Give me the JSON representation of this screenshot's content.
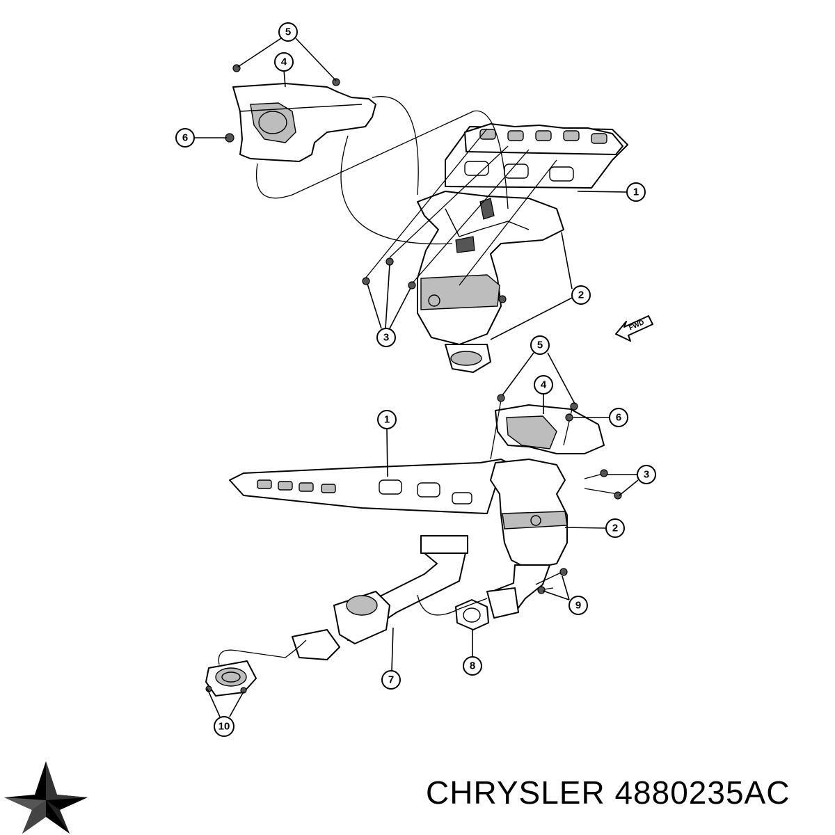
{
  "diagram": {
    "brand_label": "CHRYSLER 4880235AC",
    "arrow_label": "FWD",
    "callouts": [
      {
        "id": "c5-top",
        "text": "5"
      },
      {
        "id": "c4-top",
        "text": "4"
      },
      {
        "id": "c6-top",
        "text": "6"
      },
      {
        "id": "c1-top",
        "text": "1"
      },
      {
        "id": "c2-top",
        "text": "2"
      },
      {
        "id": "c3-top",
        "text": "3"
      },
      {
        "id": "c5-mid",
        "text": "5"
      },
      {
        "id": "c4-mid",
        "text": "4"
      },
      {
        "id": "c6-mid",
        "text": "6"
      },
      {
        "id": "c1-mid",
        "text": "1"
      },
      {
        "id": "c3-mid",
        "text": "3"
      },
      {
        "id": "c2-mid",
        "text": "2"
      },
      {
        "id": "c9",
        "text": "9"
      },
      {
        "id": "c8",
        "text": "8"
      },
      {
        "id": "c7",
        "text": "7"
      },
      {
        "id": "c10",
        "text": "10"
      }
    ]
  }
}
